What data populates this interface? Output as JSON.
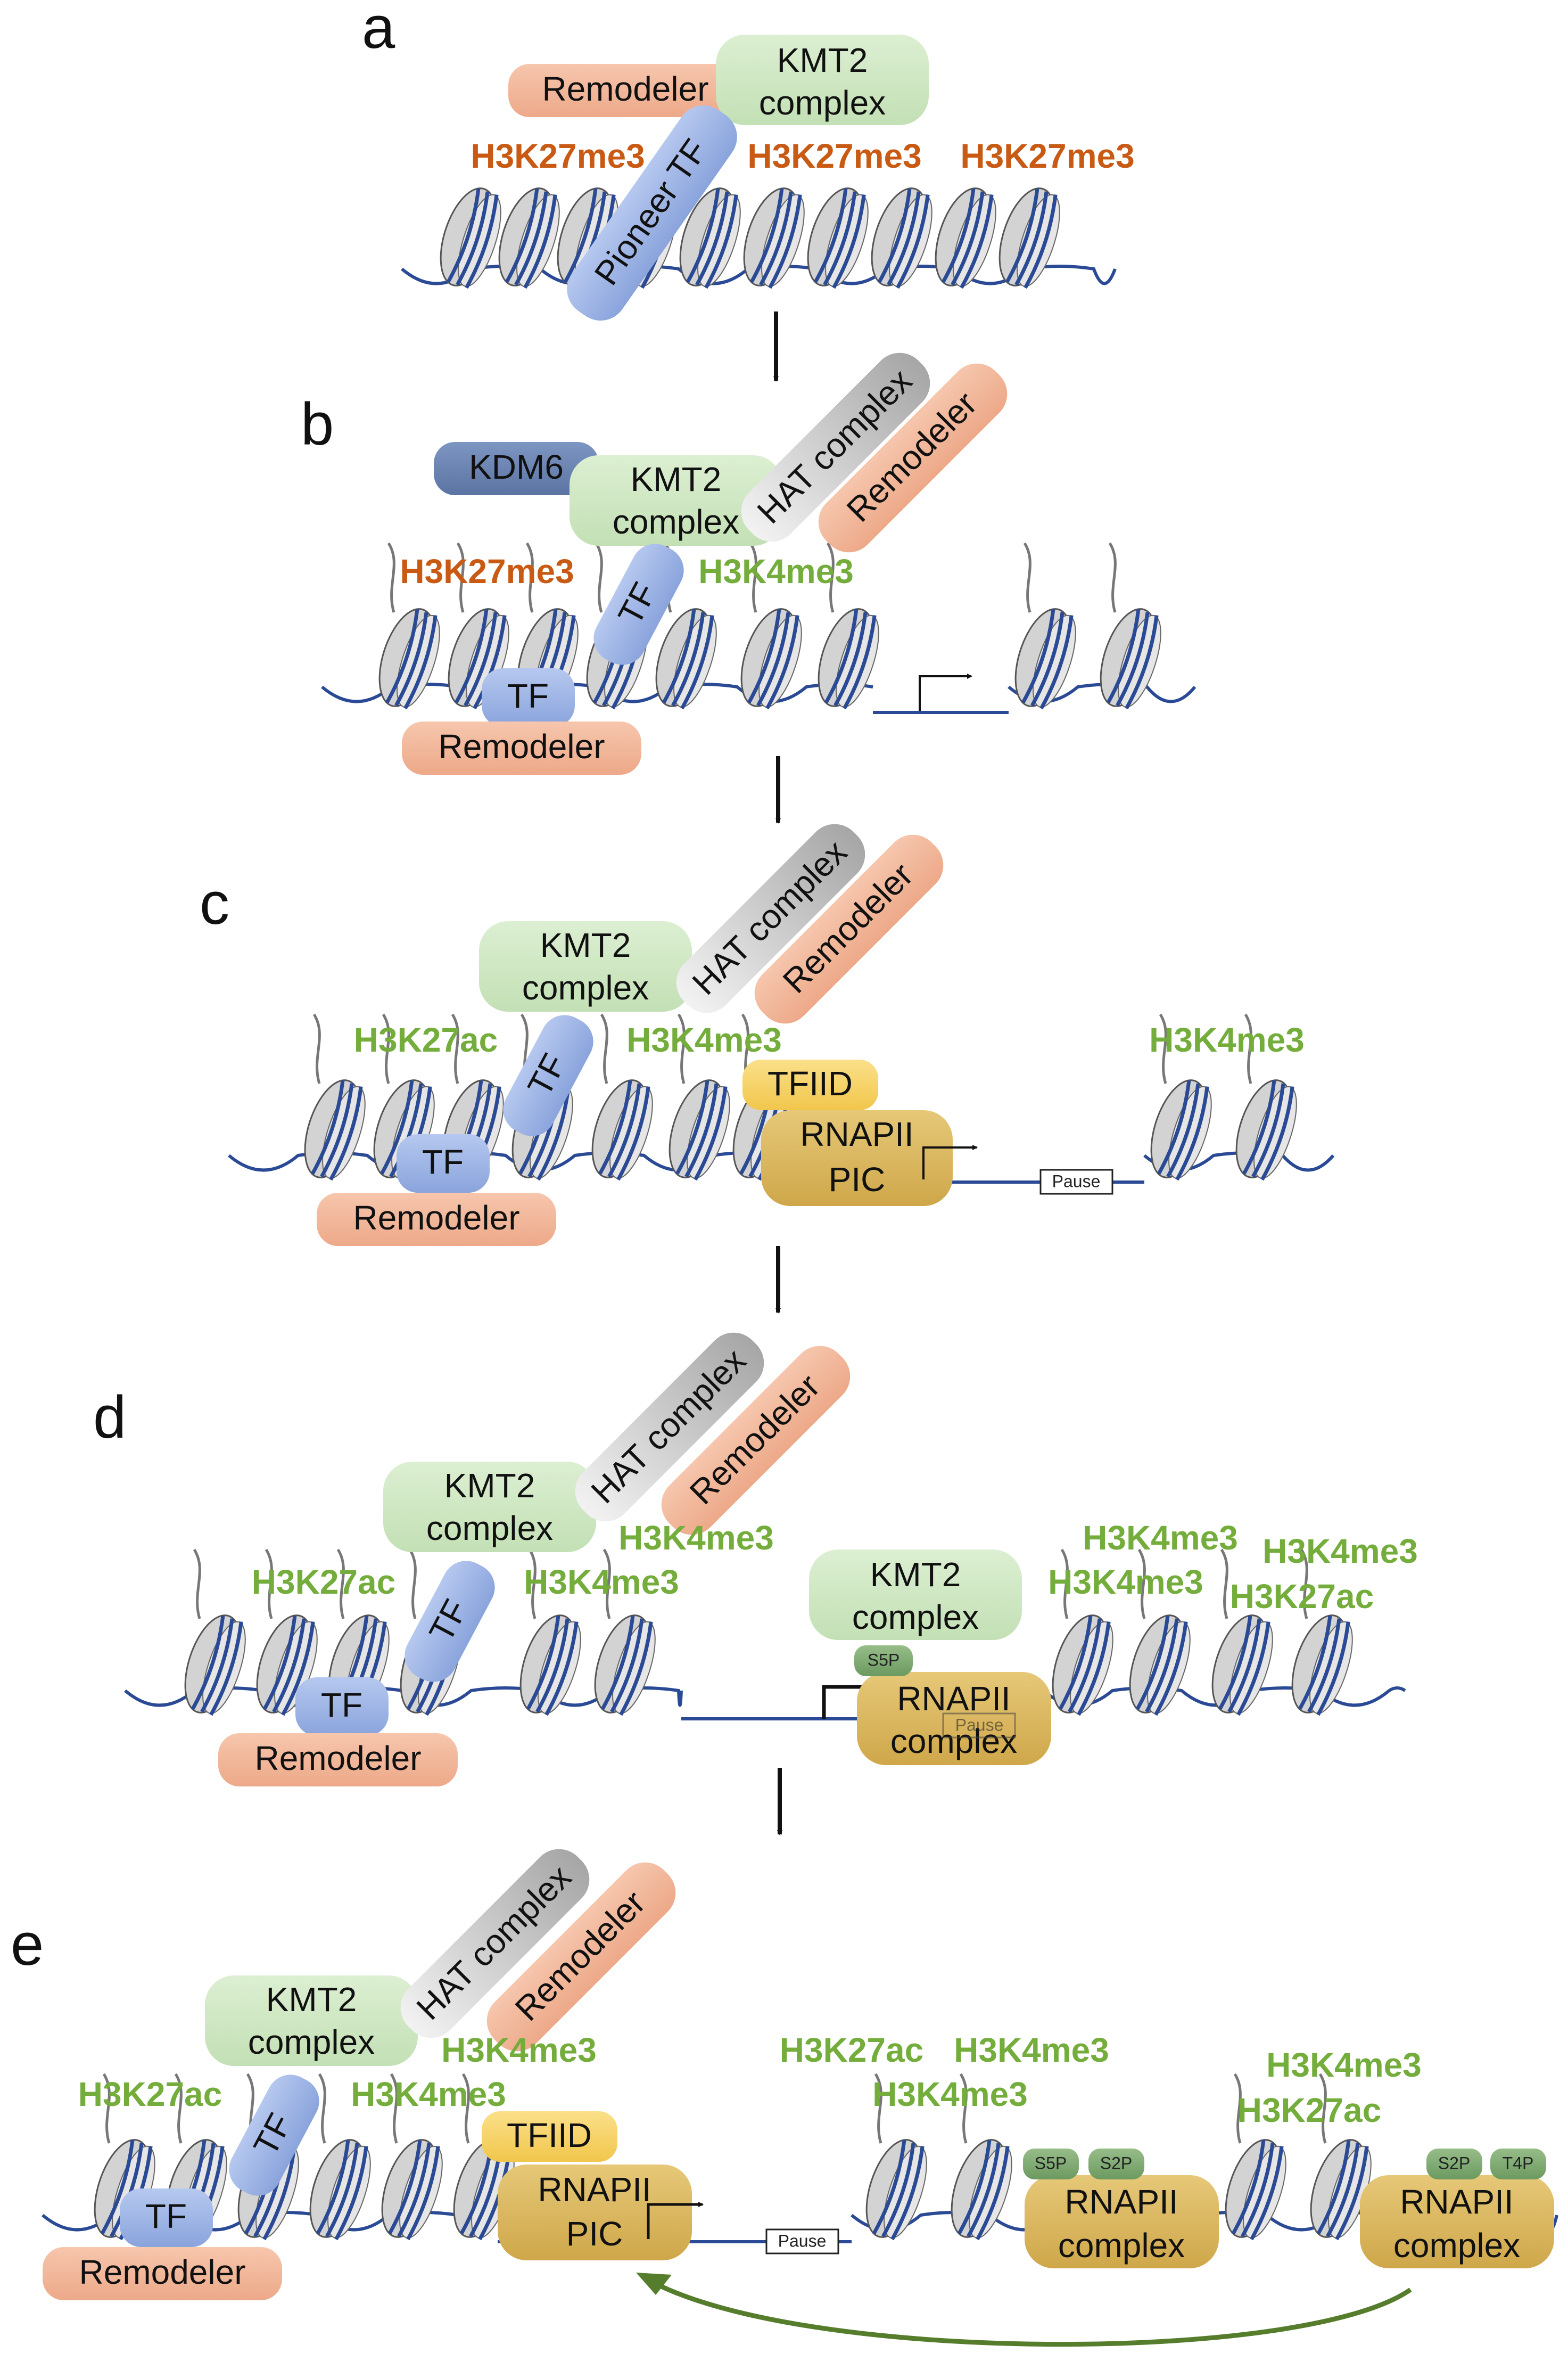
{
  "colors": {
    "dna": "#2a4a95",
    "nucleosome_fill": "#d3d3d3",
    "nucleosome_band": "#2a4a95",
    "histone_tail": "#777777",
    "repressive_mark": "#c85a14",
    "active_mark": "#74ad3c",
    "kmt2": "#cfe6c2",
    "remodeler": "#f2b79a",
    "tf": "#9fb5e4",
    "kdm6": "#6b83b1",
    "hat": "#c9c9c9",
    "tfiid": "#f5d26a",
    "rnapii": "#d9b65e",
    "ctd_mod": "#7fa872",
    "recycle_arrow": "#557d2c"
  },
  "labels": {
    "remodeler": "Remodeler",
    "kmt2_line1": "KMT2",
    "kmt2_line2": "complex",
    "pioneer_tf": "Pioneer TF",
    "tf": "TF",
    "kdm6": "KDM6",
    "hat_complex": "HAT complex",
    "tfiid": "TFIID",
    "rnapii": "RNAPII",
    "pic": "PIC",
    "complex": "complex",
    "pause": "Pause",
    "s5p": "S5P",
    "s2p": "S2P",
    "t4p": "T4P",
    "h3k27me3": "H3K27me3",
    "h3k4me3": "H3K4me3",
    "h3k27ac": "H3K27ac"
  },
  "panels": [
    {
      "letter": "a"
    },
    {
      "letter": "b"
    },
    {
      "letter": "c"
    },
    {
      "letter": "d"
    },
    {
      "letter": "e"
    }
  ]
}
